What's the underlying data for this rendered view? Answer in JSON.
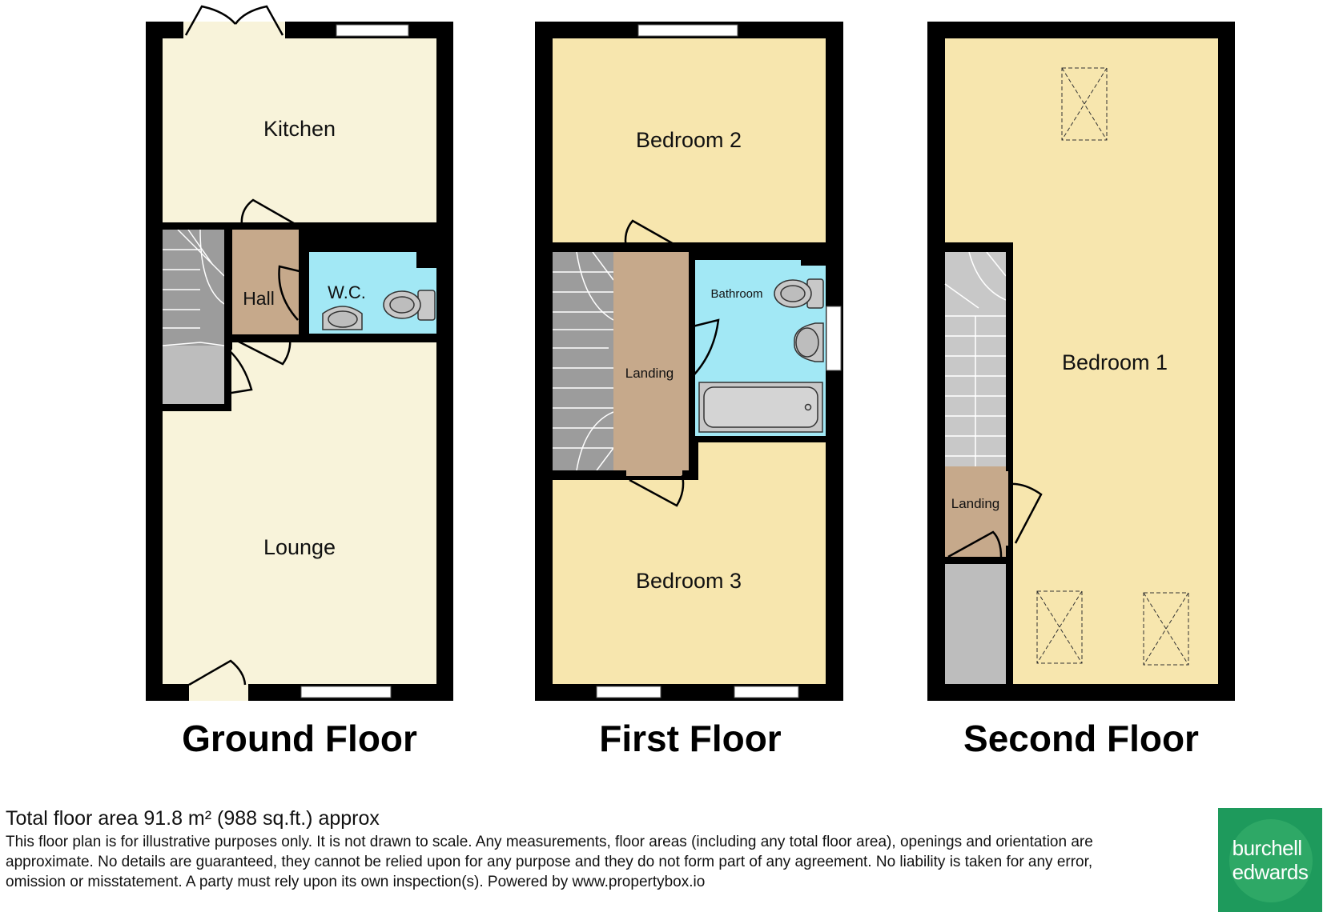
{
  "floors": {
    "ground": {
      "title": "Ground Floor",
      "rooms": {
        "kitchen": "Kitchen",
        "hall": "Hall",
        "wc": "W.C.",
        "lounge": "Lounge"
      }
    },
    "first": {
      "title": "First Floor",
      "rooms": {
        "bedroom2": "Bedroom 2",
        "bathroom": "Bathroom",
        "landing": "Landing",
        "bedroom3": "Bedroom 3"
      }
    },
    "second": {
      "title": "Second Floor",
      "rooms": {
        "bedroom1": "Bedroom 1",
        "landing": "Landing"
      }
    }
  },
  "footer": {
    "total_area": "Total floor area 91.8 m² (988 sq.ft.) approx",
    "disclaimer": "This floor plan is for illustrative purposes only. It is not drawn to scale. Any measurements, floor areas (including any total floor area), openings and orientation are approximate. No details are guaranteed, they cannot be relied upon for any purpose and they do not form part of any agreement. No liability is taken for any error, omission or misstatement. A party must rely upon its own inspection(s). Powered by www.propertybox.io"
  },
  "logo": {
    "line1": "burchell",
    "line2": "edwards"
  },
  "colors": {
    "wall": "#000000",
    "ground_floor_room": "#f8f3da",
    "upper_floor_room": "#f7e6ae",
    "hall_landing": "#c6a98b",
    "wet_room": "#a2e8f5",
    "stairs": "#9c9c9c",
    "storage": "#bdbdbd",
    "brand_green": "#1e9a5c"
  }
}
